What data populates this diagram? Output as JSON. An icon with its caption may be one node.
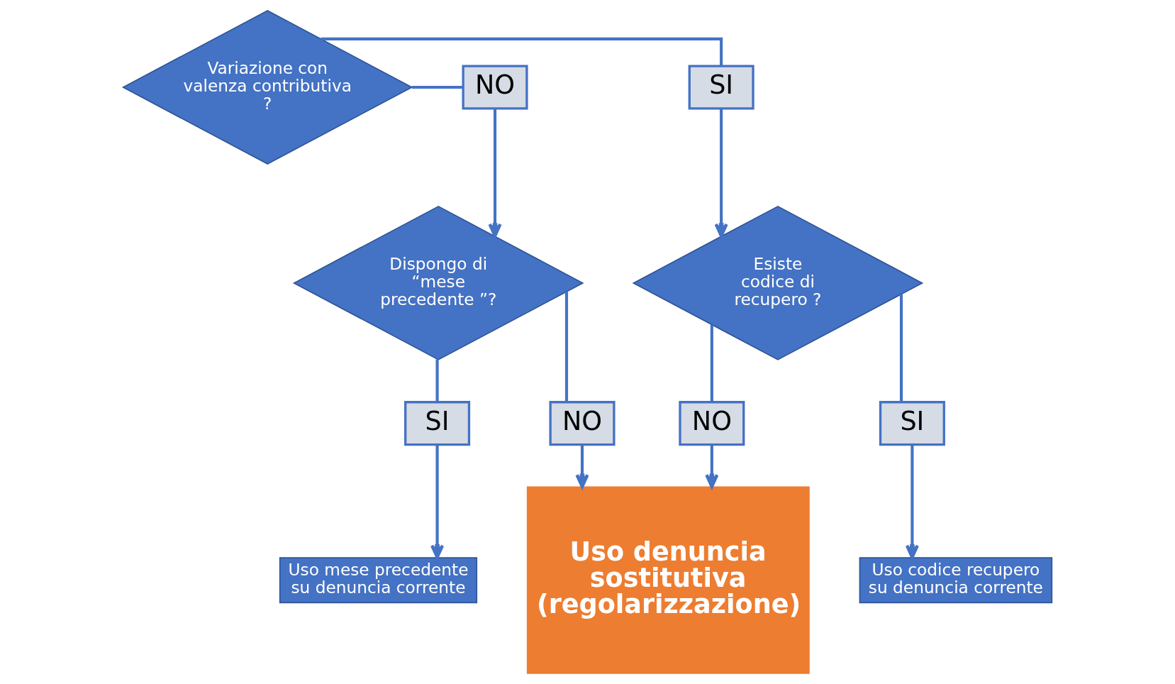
{
  "diagram": {
    "nodes": [
      {
        "text": [
          "Variazione con valenza contributiva ?"
        ]
      },
      {
        "text": [
          "NO"
        ]
      },
      {
        "text": [
          "SI"
        ]
      },
      {
        "text": [
          "Dispongo di “mese precedente ”?"
        ]
      },
      {
        "text": [
          "NO"
        ]
      },
      {
        "text": [
          "Esiste codice di recupero ?"
        ]
      },
      {
        "text": [
          "SI"
        ]
      },
      {
        "text": [
          "NO"
        ]
      },
      {
        "text": [
          "SI"
        ]
      },
      {
        "text": [
          "Uso mese precedente su denuncia corrente"
        ]
      },
      {
        "text": [
          "Uso denuncia sostitutiva (regolarizzazione)"
        ]
      },
      {
        "text": [
          "Uso codice recupero su denuncia corrente"
        ]
      }
    ],
    "edges": [
      {
        "from": 0,
        "to": 1,
        "arrow": "none"
      },
      {
        "from": 1,
        "to": 3,
        "arrow": "to"
      },
      {
        "from": 0,
        "to": 2,
        "arrow": "none"
      },
      {
        "from": 2,
        "to": 5,
        "arrow": "to"
      },
      {
        "from": 3,
        "to": 4,
        "arrow": "none"
      },
      {
        "from": 4,
        "to": 10,
        "arrow": "to"
      },
      {
        "from": 3,
        "to": 6,
        "arrow": "none"
      },
      {
        "from": 6,
        "to": 9,
        "arrow": "to"
      },
      {
        "from": 5,
        "to": 7,
        "arrow": "none"
      },
      {
        "from": 7,
        "to": 10,
        "arrow": "to"
      },
      {
        "from": 5,
        "to": 8,
        "arrow": "none"
      },
      {
        "from": 8,
        "to": 11,
        "arrow": "to"
      }
    ]
  }
}
